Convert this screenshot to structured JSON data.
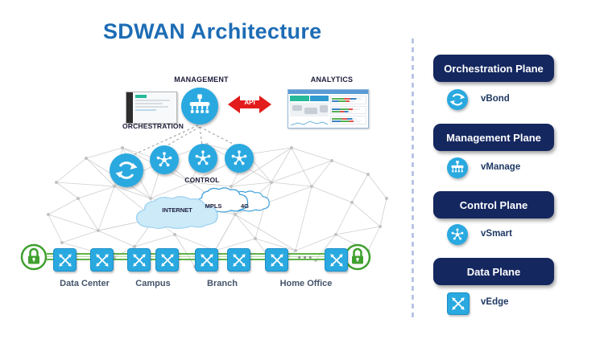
{
  "title": "SDWAN Architecture",
  "diagram": {
    "labels": {
      "management": "MANAGEMENT",
      "orchestration": "ORCHESTRATION",
      "analytics": "ANALYTICS",
      "control": "CONTROL",
      "api": "API"
    },
    "clouds": [
      "INTERNET",
      "MPLS",
      "4G"
    ],
    "sites": [
      "Data Center",
      "Campus",
      "Branch",
      "Home Office"
    ],
    "ellipsis": "•••"
  },
  "sidebar": {
    "planes": [
      {
        "label": "Orchestration Plane",
        "item": "vBond"
      },
      {
        "label": "Management Plane",
        "item": "vManage"
      },
      {
        "label": "Control Plane",
        "item": "vSmart"
      },
      {
        "label": "Data Plane",
        "item": "vEdge"
      }
    ]
  },
  "colors": {
    "accent_blue": "#2aa9e0",
    "navy": "#14275f",
    "title_blue": "#1d6cb5",
    "green": "#3fa02e",
    "red": "#e31c1c"
  }
}
